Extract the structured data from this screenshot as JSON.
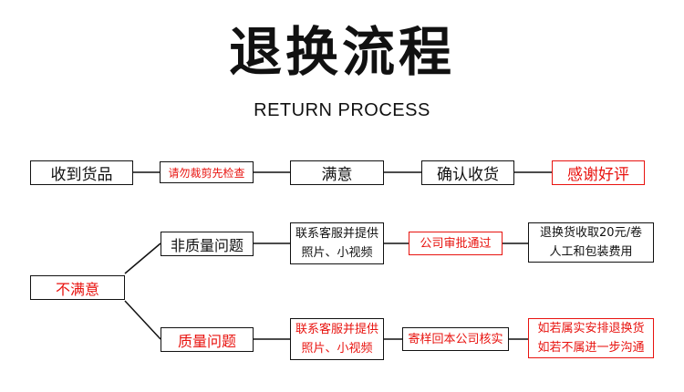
{
  "title": "退换流程",
  "subtitle": "RETURN PROCESS",
  "top_flow": [
    {
      "text": "收到货品",
      "style": "normal"
    },
    {
      "text": "请勿裁剪先检查",
      "style": "red-text"
    },
    {
      "text": "满意",
      "style": "normal"
    },
    {
      "text": "确认收货",
      "style": "normal"
    },
    {
      "text": "感谢好评",
      "style": "red"
    }
  ],
  "branch_root": {
    "text": "不满意",
    "style": "red"
  },
  "branch_non_quality": {
    "category": "非质量问题",
    "step1": [
      "联系客服并提供",
      "照片、小视频"
    ],
    "step2": "公司审批通过",
    "result": [
      "退换货收取20元/卷",
      "人工和包装费用"
    ]
  },
  "branch_quality": {
    "category": "质量问题",
    "step1": [
      "联系客服并提供",
      "照片、小视频"
    ],
    "step2": "寄样回本公司核实",
    "result": [
      "如若属实安排退换货",
      "如若不属进一步沟通"
    ]
  },
  "colors": {
    "accent_red": "#e8130f",
    "line": "#111111",
    "background": "#ffffff"
  }
}
